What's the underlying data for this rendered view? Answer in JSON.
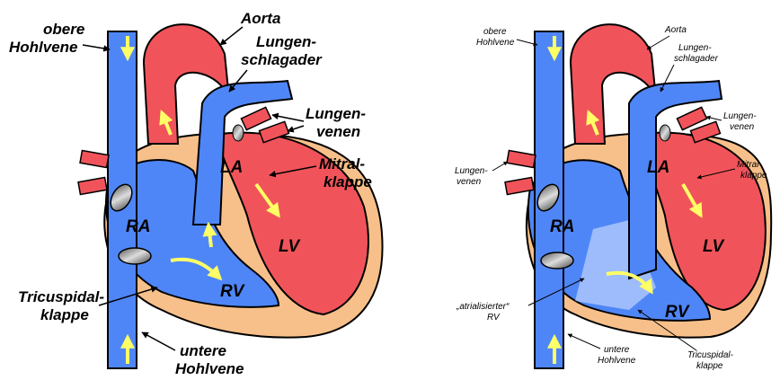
{
  "colors": {
    "blue": "#4f86f7",
    "red": "#f0545a",
    "skin": "#f7c08a",
    "arrow": "#ffff66",
    "outline": "#000000"
  },
  "left_diagram": {
    "obere_hohlvene_1": "obere",
    "obere_hohlvene_2": "Hohlvene",
    "aorta": "Aorta",
    "lungenschlagader_1": "Lungen-",
    "lungenschlagader_2": "schlagader",
    "lungenvenen_1": "Lungen-",
    "lungenvenen_2": "venen",
    "mitralklappe_1": "Mitral-",
    "mitralklappe_2": "klappe",
    "la": "LA",
    "ra": "RA",
    "lv": "LV",
    "rv": "RV",
    "tricuspidalklappe_1": "Tricuspidal-",
    "tricuspidalklappe_2": "klappe",
    "untere_hohlvene_1": "untere",
    "untere_hohlvene_2": "Hohlvene"
  },
  "right_diagram": {
    "obere_hohlvene_1": "obere",
    "obere_hohlvene_2": "Hohlvene",
    "aorta": "Aorta",
    "lungenschlagader_1": "Lungen-",
    "lungenschlagader_2": "schlagader",
    "lungenvenen_right_1": "Lungen-",
    "lungenvenen_right_2": "venen",
    "lungenvenen_left_1": "Lungen-",
    "lungenvenen_left_2": "venen",
    "mitralklappe_1": "Mitral-",
    "mitralklappe_2": "klappe",
    "la": "LA",
    "ra": "RA",
    "lv": "LV",
    "rv": "RV",
    "atrialisierter_1": "„atrialisierter“",
    "atrialisierter_2": "RV",
    "untere_hohlvene_1": "untere",
    "untere_hohlvene_2": "Hohlvene",
    "tricuspidalklappe_1": "Tricuspidal-",
    "tricuspidalklappe_2": "klappe"
  }
}
